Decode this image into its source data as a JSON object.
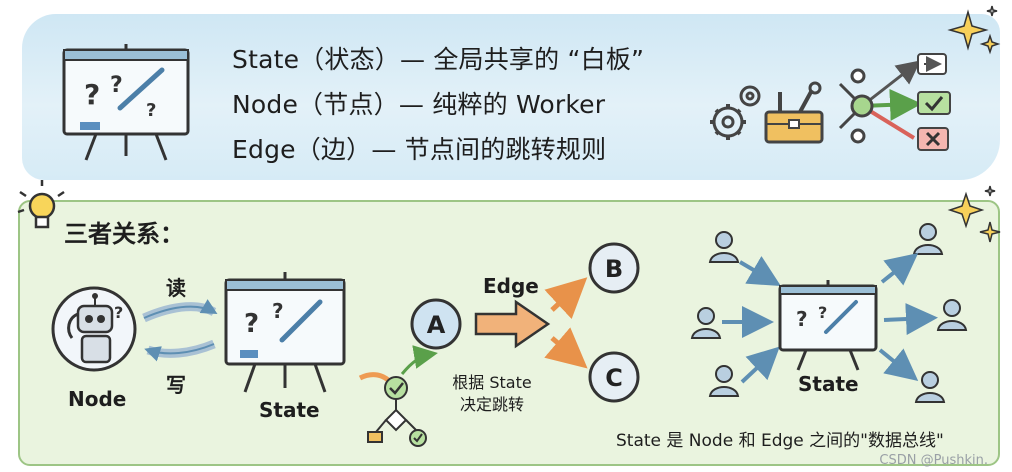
{
  "header": {
    "lines": [
      "State（状态）— 全局共享的 “白板”",
      "Node（节点）— 纯粹的 Worker",
      "Edge（边）— 节点间的跳转规则"
    ]
  },
  "section": {
    "title": "三者关系："
  },
  "diagram": {
    "read_label": "读",
    "write_label": "写",
    "node_label": "Node",
    "state_label": "State",
    "edge_label": "Edge",
    "node_a": "A",
    "node_b": "B",
    "node_c": "C",
    "route_caption_1": "根据 State",
    "route_caption_2": "决定跳转",
    "hub_state_label": "State",
    "bus_caption": "State 是 Node 和 Edge 之间的\"数据总线\""
  },
  "watermark": "CSDN @Pushkin.",
  "icons": [
    "whiteboard-icon",
    "gears-icon",
    "toolbox-icon",
    "branch-icon",
    "lightbulb-icon",
    "robot-icon",
    "person-icon",
    "sparkle-icon",
    "check-icon",
    "cross-icon",
    "forward-icon"
  ],
  "colors": {
    "accent_blue": "#3f86c0",
    "accent_green": "#5fae4a",
    "accent_red": "#d9625a",
    "accent_orange": "#ee9b53",
    "panel_green": "#eaf4df",
    "band_blue": "#d6ebf6"
  }
}
